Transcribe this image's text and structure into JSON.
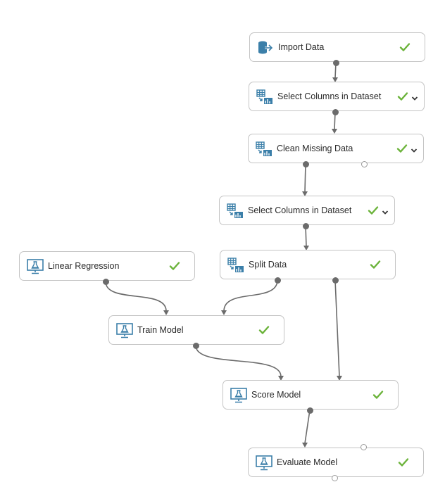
{
  "colors": {
    "icon_blue": "#3b7fa9",
    "check_green": "#6bb33a",
    "edge_gray": "#6b6b6b",
    "node_border": "#c4c4c4"
  },
  "nodes": [
    {
      "id": "import-data",
      "label": "Import Data",
      "icon": "database-import-icon",
      "status": "check-icon",
      "dropdown": false
    },
    {
      "id": "select-columns-1",
      "label": "Select Columns in Dataset",
      "icon": "table-transform-icon",
      "status": "check-icon",
      "dropdown": true
    },
    {
      "id": "clean-missing",
      "label": "Clean Missing Data",
      "icon": "table-transform-icon",
      "status": "check-icon",
      "dropdown": true
    },
    {
      "id": "select-columns-2",
      "label": "Select Columns in Dataset",
      "icon": "table-transform-icon",
      "status": "check-icon",
      "dropdown": true
    },
    {
      "id": "linear-regression",
      "label": "Linear Regression",
      "icon": "flask-monitor-icon",
      "status": "check-icon",
      "dropdown": false
    },
    {
      "id": "split-data",
      "label": "Split Data",
      "icon": "table-transform-icon",
      "status": "check-icon",
      "dropdown": false
    },
    {
      "id": "train-model",
      "label": "Train Model",
      "icon": "flask-monitor-icon",
      "status": "check-icon",
      "dropdown": false
    },
    {
      "id": "score-model",
      "label": "Score Model",
      "icon": "flask-monitor-icon",
      "status": "check-icon",
      "dropdown": false
    },
    {
      "id": "evaluate-model",
      "label": "Evaluate Model",
      "icon": "flask-monitor-icon",
      "status": "check-icon",
      "dropdown": false
    }
  ],
  "edges": [
    {
      "from": "import-data",
      "to": "select-columns-1"
    },
    {
      "from": "select-columns-1",
      "to": "clean-missing"
    },
    {
      "from": "clean-missing",
      "to": "select-columns-2"
    },
    {
      "from": "select-columns-2",
      "to": "split-data"
    },
    {
      "from": "linear-regression",
      "to": "train-model"
    },
    {
      "from": "split-data",
      "to": "train-model"
    },
    {
      "from": "split-data",
      "to": "score-model"
    },
    {
      "from": "train-model",
      "to": "score-model"
    },
    {
      "from": "score-model",
      "to": "evaluate-model"
    }
  ]
}
